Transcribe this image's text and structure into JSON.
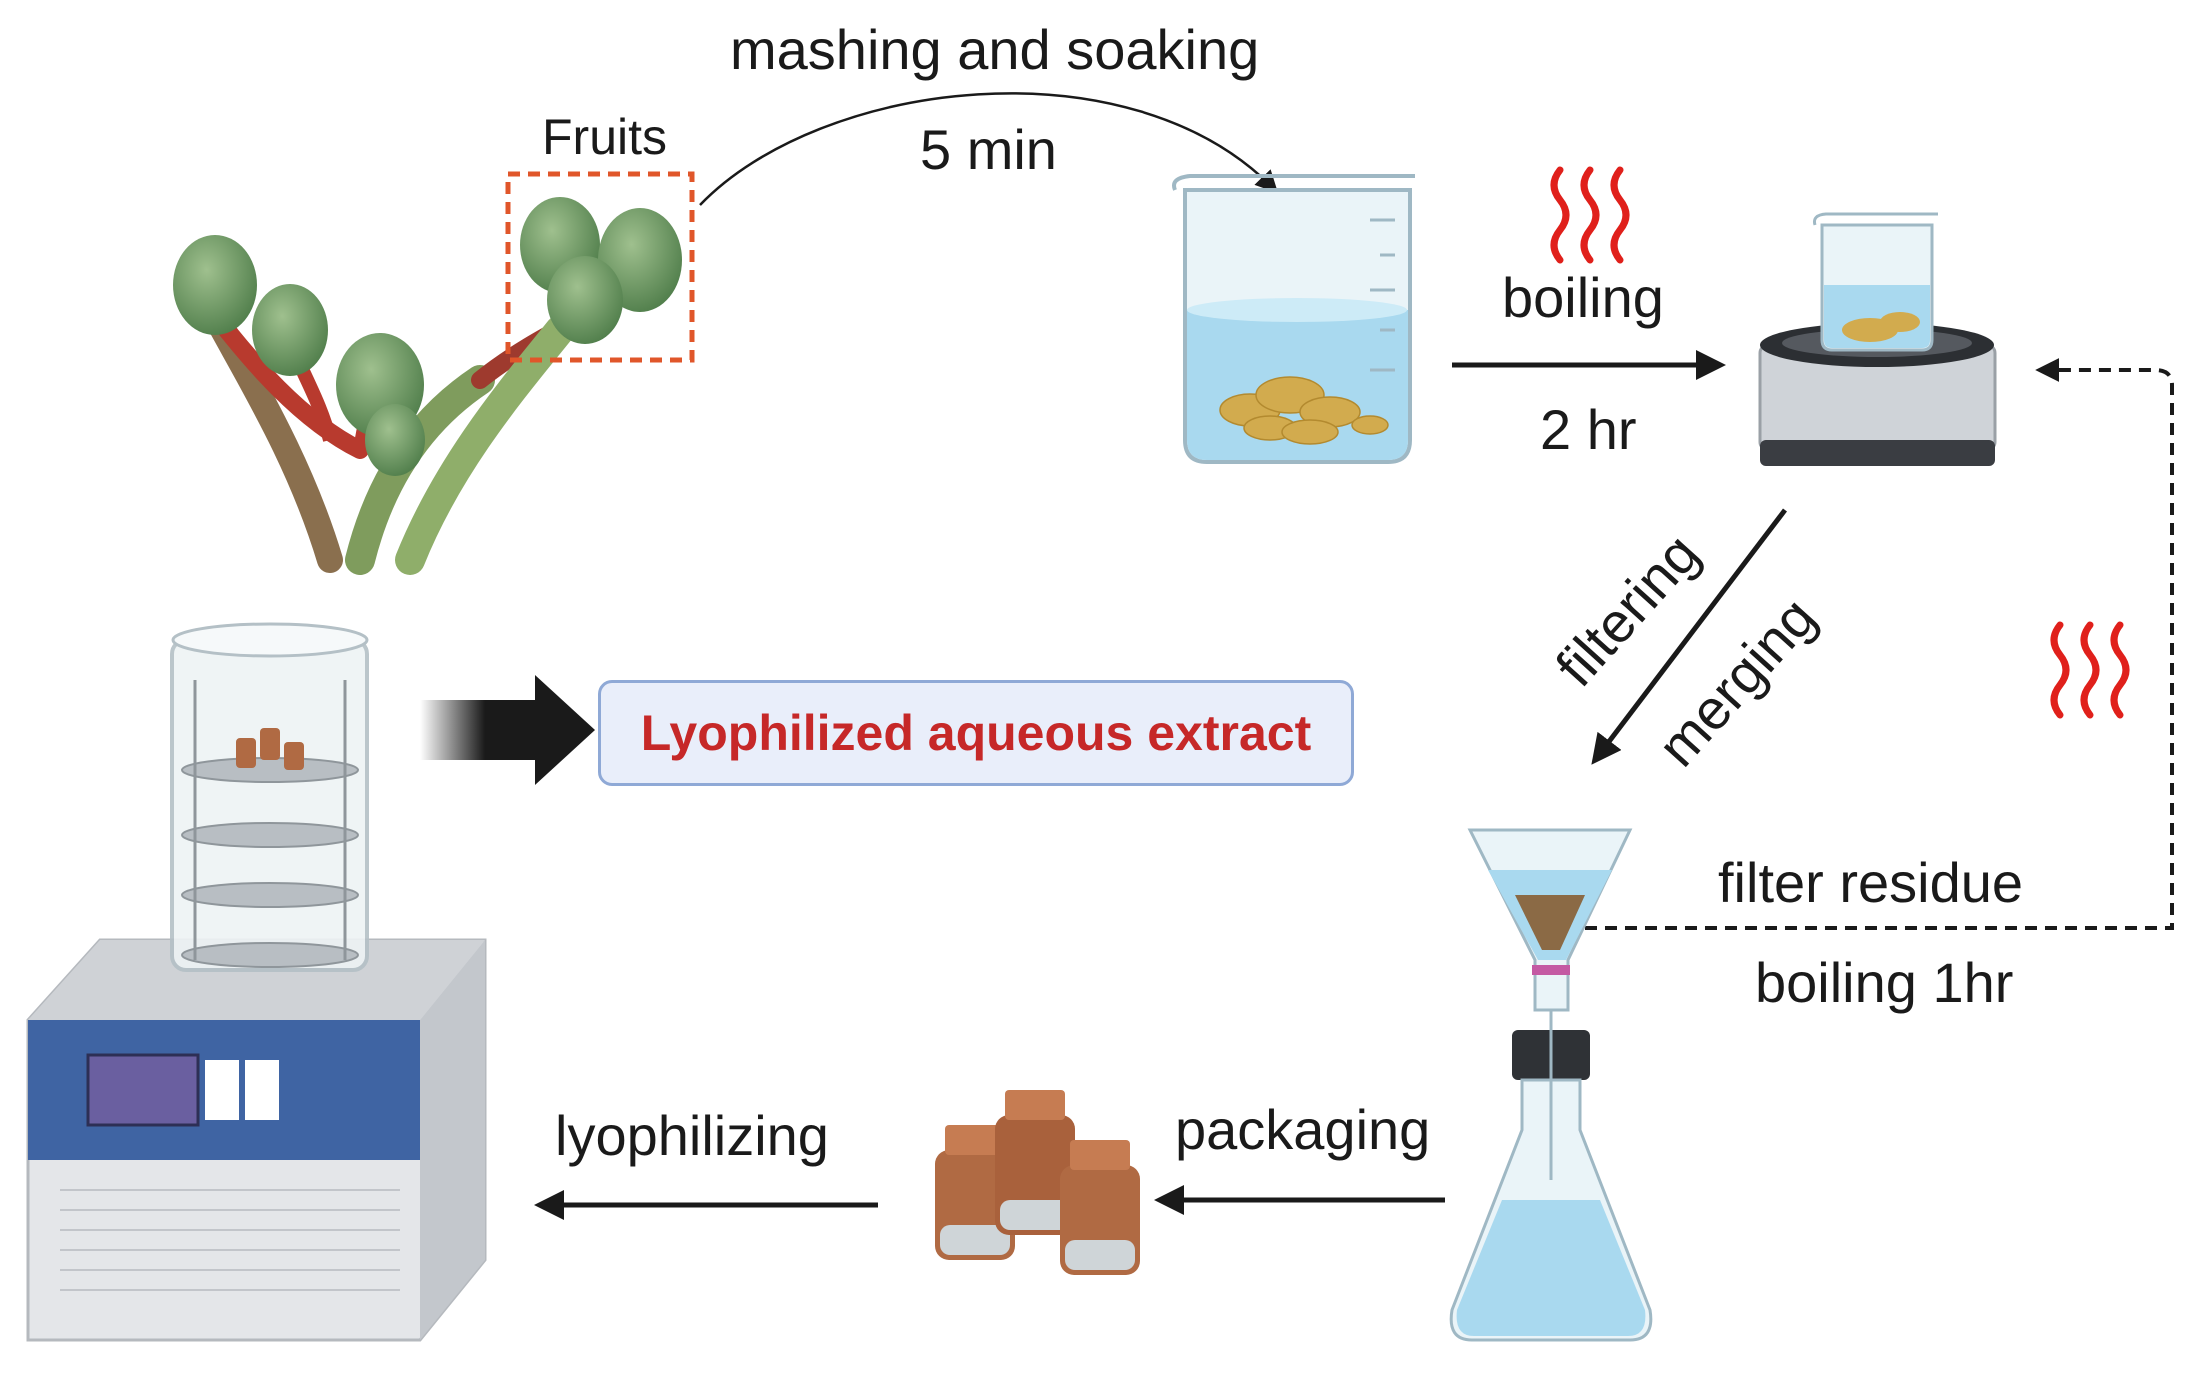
{
  "labels": {
    "fruits": "Fruits",
    "mashing": "mashing and soaking",
    "mashing_time": "5 min",
    "boiling": "boiling",
    "boiling_time": "2 hr",
    "filtering": "filtering",
    "merging": "merging",
    "filter_residue": "filter residue",
    "boiling_1hr": "boiling 1hr",
    "packaging": "packaging",
    "lyophilizing": "lyophilizing",
    "result": "Lyophilized aqueous extract"
  },
  "colors": {
    "arrow": "#1a1a1a",
    "heat": "#e0201b",
    "fruit_box": "#e0562a",
    "result_text": "#c62828",
    "result_border": "#8fa9d6",
    "result_fill": "#e9eefa",
    "water": "#bfe2f3",
    "amber": "#b06a43",
    "freezer_panel": "#3f64a3"
  },
  "icons": [
    "fruit-branch",
    "beaker-icon",
    "hotplate-icon",
    "heat-icon",
    "funnel-flask-icon",
    "vials-icon",
    "freeze-dryer-icon"
  ]
}
